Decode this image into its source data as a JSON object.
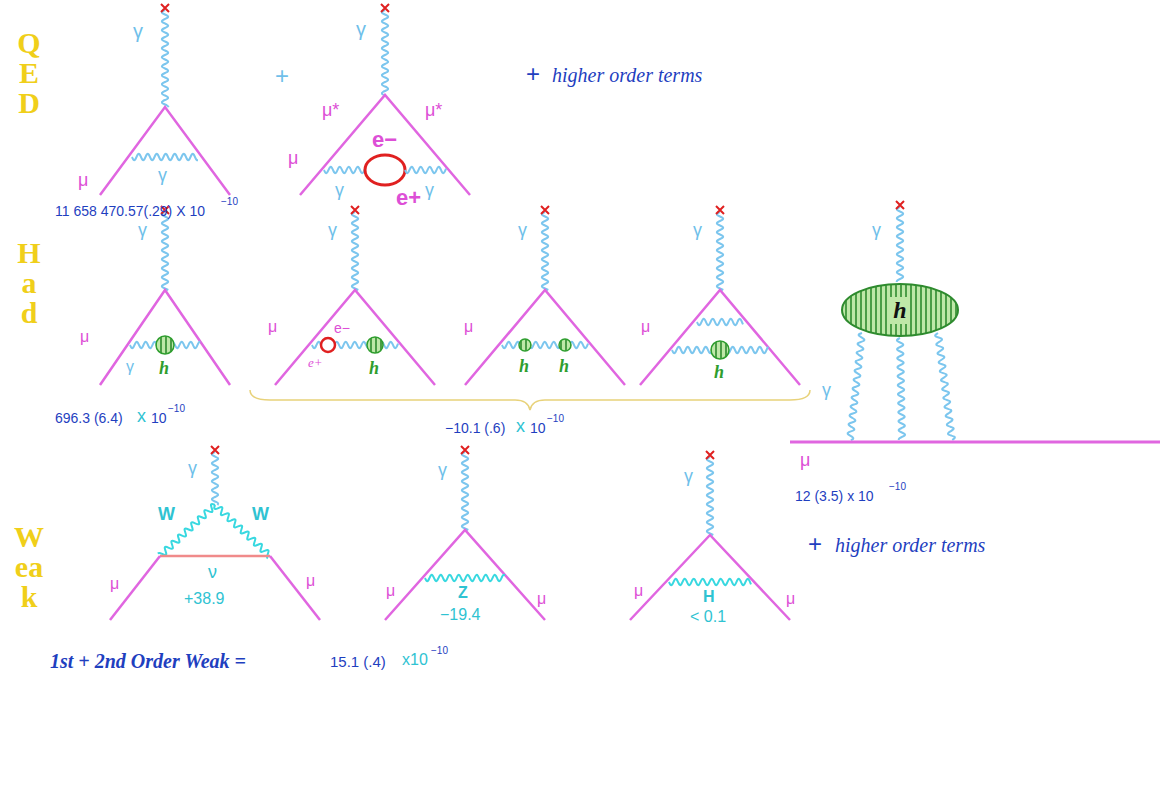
{
  "diagram": {
    "nodes": [
      {
        "text": [
          "h"
        ]
      }
    ],
    "labels": [
      "QED",
      "γ",
      "μ",
      "γ",
      "γ",
      "μ*",
      "μ*",
      "e−",
      "μ",
      "γ",
      "γ",
      "e+",
      "+",
      "+",
      "higher order terms",
      "11 658 470.57(.29) X 10",
      "−10",
      "Had",
      "γ",
      "μ",
      "γ",
      "h",
      "696.3 (6.4)",
      "x",
      "10",
      "−10",
      "γ",
      "μ",
      "e−",
      "e+",
      "h",
      "γ",
      "μ",
      "h",
      "h",
      "γ",
      "μ",
      "h",
      "−10.1 (.6)",
      "x",
      "10",
      "−10",
      "γ",
      "γ",
      "μ",
      "12 (3.5) x 10",
      "−10",
      "Weak",
      "γ",
      "W",
      "W",
      "μ",
      "ν",
      "μ",
      "+38.9",
      "γ",
      "μ",
      "Z",
      "μ",
      "−19.4",
      "γ",
      "μ",
      "H",
      "μ",
      "< 0.1",
      "+",
      "higher order terms",
      "1st + 2nd Order Weak =",
      "15.1 (.4)",
      "x10",
      "−10"
    ]
  }
}
